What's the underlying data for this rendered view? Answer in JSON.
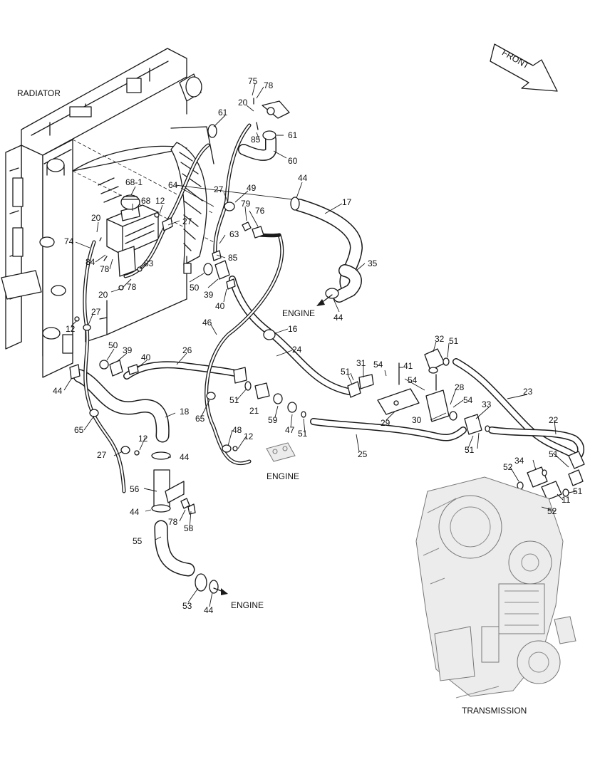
{
  "captions": {
    "radiator": "RADIATOR",
    "front": "FRONT",
    "engine_1": "ENGINE",
    "engine_2": "ENGINE",
    "engine_3": "ENGINE",
    "transmission": "TRANSMISSION"
  },
  "callouts": [
    {
      "id": "c75",
      "label": "75"
    },
    {
      "id": "c78a",
      "label": "78"
    },
    {
      "id": "c20a",
      "label": "20"
    },
    {
      "id": "c61a",
      "label": "61"
    },
    {
      "id": "c85a",
      "label": "85"
    },
    {
      "id": "c61b",
      "label": "61"
    },
    {
      "id": "c60",
      "label": "60"
    },
    {
      "id": "c68-1",
      "label": "68-1"
    },
    {
      "id": "c64",
      "label": "64"
    },
    {
      "id": "c44a",
      "label": "44"
    },
    {
      "id": "c27a",
      "label": "27"
    },
    {
      "id": "c49",
      "label": "49"
    },
    {
      "id": "c68",
      "label": "68"
    },
    {
      "id": "c12a",
      "label": "12"
    },
    {
      "id": "c79",
      "label": "79"
    },
    {
      "id": "c76",
      "label": "76"
    },
    {
      "id": "c17",
      "label": "17"
    },
    {
      "id": "c20b",
      "label": "20"
    },
    {
      "id": "c27b",
      "label": "27"
    },
    {
      "id": "c74",
      "label": "74"
    },
    {
      "id": "c63",
      "label": "63"
    },
    {
      "id": "c84",
      "label": "84"
    },
    {
      "id": "c78b",
      "label": "78"
    },
    {
      "id": "c83",
      "label": "83"
    },
    {
      "id": "c85b",
      "label": "85"
    },
    {
      "id": "c35",
      "label": "35"
    },
    {
      "id": "c78c",
      "label": "78"
    },
    {
      "id": "c50a",
      "label": "50"
    },
    {
      "id": "c39a",
      "label": "39"
    },
    {
      "id": "c20c",
      "label": "20"
    },
    {
      "id": "c40a",
      "label": "40"
    },
    {
      "id": "c44b",
      "label": "44"
    },
    {
      "id": "c27c",
      "label": "27"
    },
    {
      "id": "c46",
      "label": "46"
    },
    {
      "id": "c16",
      "label": "16"
    },
    {
      "id": "c12b",
      "label": "12"
    },
    {
      "id": "c32",
      "label": "32"
    },
    {
      "id": "c51a",
      "label": "51"
    },
    {
      "id": "c24",
      "label": "24"
    },
    {
      "id": "c50b",
      "label": "50"
    },
    {
      "id": "c39b",
      "label": "39"
    },
    {
      "id": "c26",
      "label": "26"
    },
    {
      "id": "c40b",
      "label": "40"
    },
    {
      "id": "c31",
      "label": "31"
    },
    {
      "id": "c54a",
      "label": "54"
    },
    {
      "id": "c41",
      "label": "41"
    },
    {
      "id": "c51b",
      "label": "51"
    },
    {
      "id": "c54b",
      "label": "54"
    },
    {
      "id": "c28",
      "label": "28"
    },
    {
      "id": "c44c",
      "label": "44"
    },
    {
      "id": "c23",
      "label": "23"
    },
    {
      "id": "c51c",
      "label": "51"
    },
    {
      "id": "c21",
      "label": "21"
    },
    {
      "id": "c54c",
      "label": "54"
    },
    {
      "id": "c33",
      "label": "33"
    },
    {
      "id": "c18",
      "label": "18"
    },
    {
      "id": "c59",
      "label": "59"
    },
    {
      "id": "c47",
      "label": "47"
    },
    {
      "id": "c51d",
      "label": "51"
    },
    {
      "id": "c29",
      "label": "29"
    },
    {
      "id": "c30",
      "label": "30"
    },
    {
      "id": "c22",
      "label": "22"
    },
    {
      "id": "c65a",
      "label": "65"
    },
    {
      "id": "c65b",
      "label": "65"
    },
    {
      "id": "c48",
      "label": "48"
    },
    {
      "id": "c12c",
      "label": "12"
    },
    {
      "id": "c51e",
      "label": "51"
    },
    {
      "id": "c12d",
      "label": "12"
    },
    {
      "id": "c25",
      "label": "25"
    },
    {
      "id": "c27d",
      "label": "27"
    },
    {
      "id": "c44d",
      "label": "44"
    },
    {
      "id": "c51f",
      "label": "51"
    },
    {
      "id": "c34",
      "label": "34"
    },
    {
      "id": "c52a",
      "label": "52"
    },
    {
      "id": "c56",
      "label": "56"
    },
    {
      "id": "c51g",
      "label": "51"
    },
    {
      "id": "c11",
      "label": "11"
    },
    {
      "id": "c44e",
      "label": "44"
    },
    {
      "id": "c78d",
      "label": "78"
    },
    {
      "id": "c52b",
      "label": "52"
    },
    {
      "id": "c58",
      "label": "58"
    },
    {
      "id": "c55",
      "label": "55"
    },
    {
      "id": "c53",
      "label": "53"
    },
    {
      "id": "c44f",
      "label": "44"
    }
  ]
}
